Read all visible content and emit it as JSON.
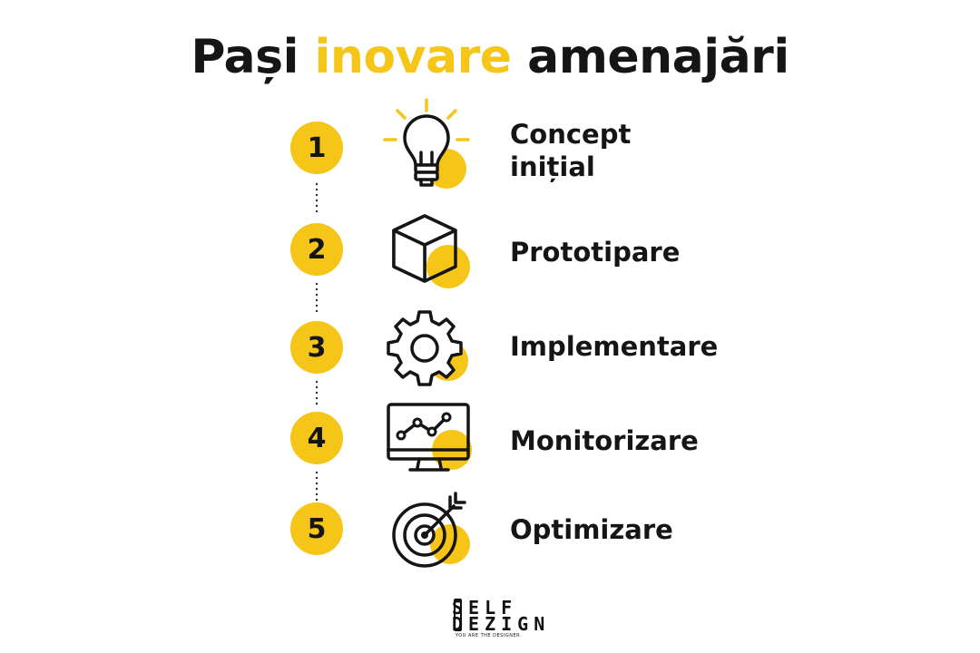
{
  "title": {
    "part1": "Pași ",
    "accent": "inovare",
    "part2": " amenajări"
  },
  "accent_color": "#f5c518",
  "steps": [
    {
      "number": "1",
      "label_line1": "Concept",
      "label_line2": "inițial",
      "icon": "lightbulb-icon"
    },
    {
      "number": "2",
      "label_line1": "Prototipare",
      "label_line2": "",
      "icon": "cube-icon"
    },
    {
      "number": "3",
      "label_line1": "Implementare",
      "label_line2": "",
      "icon": "gear-icon"
    },
    {
      "number": "4",
      "label_line1": "Monitorizare",
      "label_line2": "",
      "icon": "monitor-chart-icon"
    },
    {
      "number": "5",
      "label_line1": "Optimizare",
      "label_line2": "",
      "icon": "target-icon"
    }
  ],
  "logo": {
    "line1": "SELF",
    "line2": "DEZIGN",
    "tagline": "YOU ARE THE DESIGNER"
  }
}
